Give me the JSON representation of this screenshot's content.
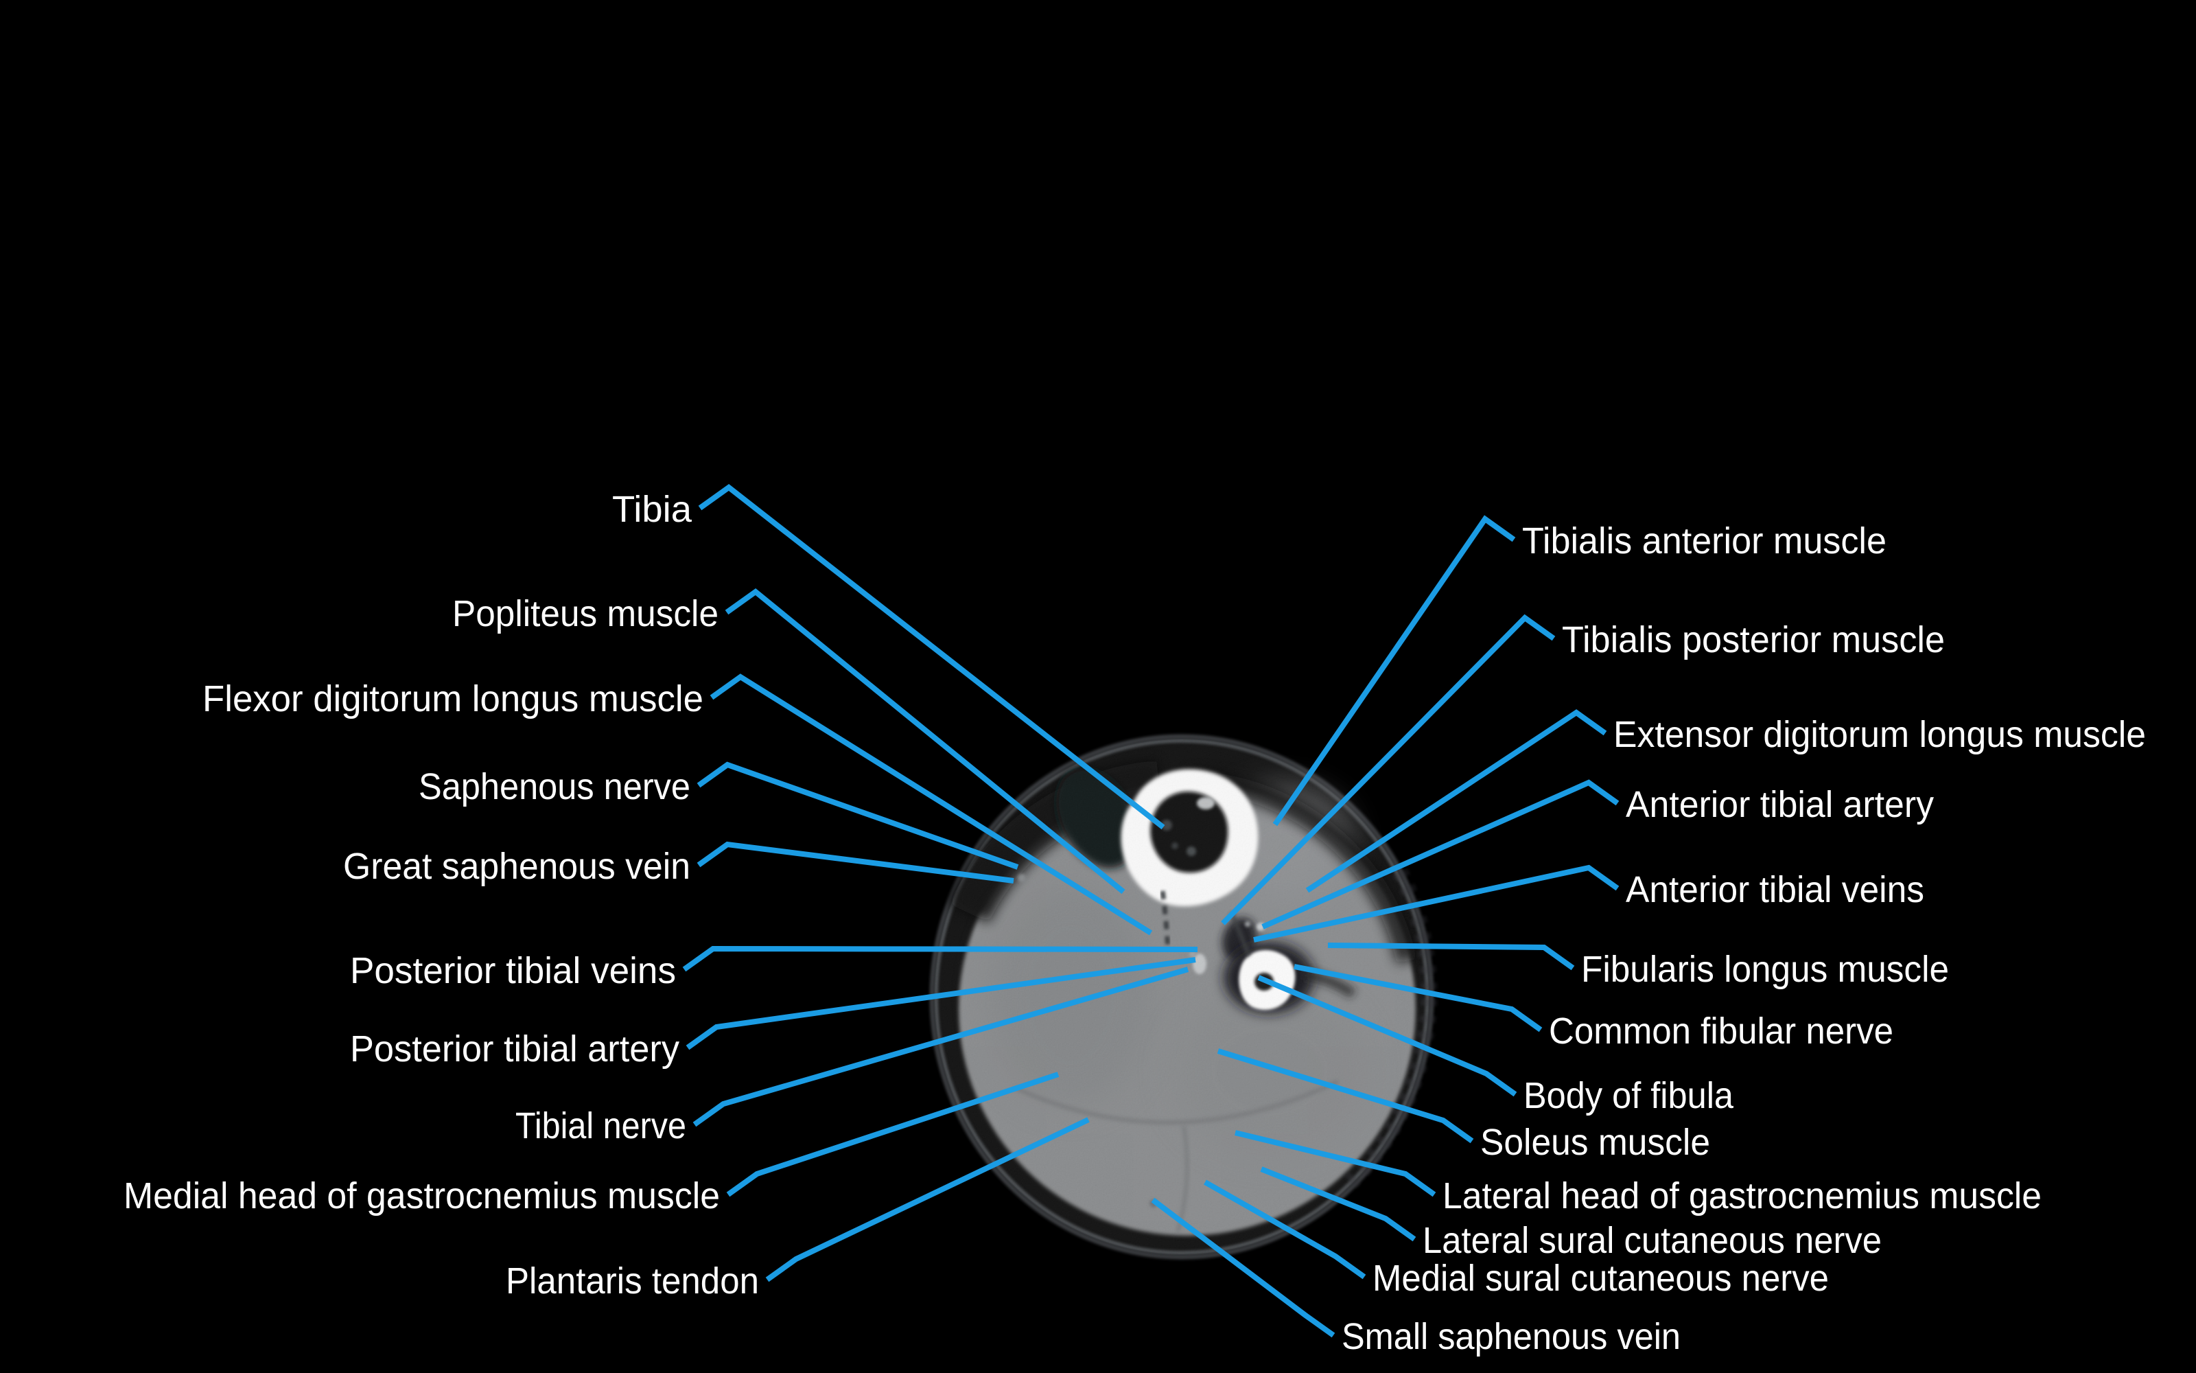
{
  "colors": {
    "bg": "#000000",
    "leader": "#1b9ce4",
    "label": "#ffffff",
    "bone": "#fafafa",
    "muscle": "#898b8d",
    "fat": "#0d0e10"
  },
  "labels": [
    {
      "text": "Tibia",
      "side": "left"
    },
    {
      "text": "Popliteus muscle",
      "side": "left"
    },
    {
      "text": "Flexor digitorum longus muscle",
      "side": "left"
    },
    {
      "text": "Saphenous nerve",
      "side": "left"
    },
    {
      "text": "Great saphenous vein",
      "side": "left"
    },
    {
      "text": "Posterior tibial veins",
      "side": "left"
    },
    {
      "text": "Posterior tibial artery",
      "side": "left"
    },
    {
      "text": "Tibial nerve",
      "side": "left"
    },
    {
      "text": "Medial head of gastrocnemius muscle",
      "side": "left"
    },
    {
      "text": "Plantaris tendon",
      "side": "left"
    },
    {
      "text": "Tibialis anterior muscle",
      "side": "right"
    },
    {
      "text": "Tibialis posterior muscle",
      "side": "right"
    },
    {
      "text": "Extensor digitorum longus muscle",
      "side": "right"
    },
    {
      "text": "Anterior tibial artery",
      "side": "right"
    },
    {
      "text": "Anterior tibial veins",
      "side": "right"
    },
    {
      "text": "Fibularis longus muscle",
      "side": "right"
    },
    {
      "text": "Common fibular nerve",
      "side": "right"
    },
    {
      "text": "Body of fibula",
      "side": "right"
    },
    {
      "text": "Soleus muscle",
      "side": "right"
    },
    {
      "text": "Lateral head of gastrocnemius muscle",
      "side": "right"
    },
    {
      "text": "Lateral sural cutaneous nerve",
      "side": "right"
    },
    {
      "text": "Medial sural cutaneous nerve",
      "side": "right"
    },
    {
      "text": "Small saphenous vein",
      "side": "right"
    }
  ]
}
